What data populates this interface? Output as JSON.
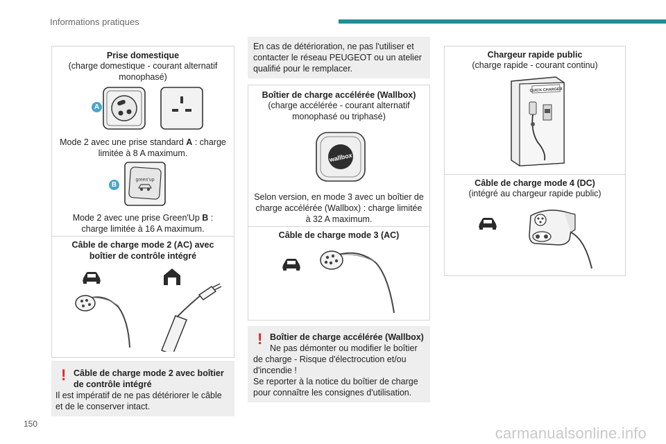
{
  "header": {
    "section_title": "Informations pratiques",
    "accent_color": "#1f8f94"
  },
  "page_number": "150",
  "footer": {
    "watermark": "carmanualsonline.info"
  },
  "col1": {
    "domestic": {
      "title": "Prise domestique",
      "subtitle": "(charge domestique - courant alternatif monophasé)",
      "badge_a": "A",
      "text_a_pre": "Mode 2 avec une prise standard ",
      "text_a_bold": "A",
      "text_a_post": " : charge limitée à 8 A maximum.",
      "greenup_logo": "green'up",
      "badge_b": "B",
      "text_b_pre": "Mode 2 avec une prise Green'Up ",
      "text_b_bold": "B",
      "text_b_post": " : charge limitée à 16 A maximum."
    },
    "cable_mode2": {
      "title": "Câble de charge mode 2 (AC) avec boîtier de contrôle intégré",
      "icons": [
        "car-icon",
        "house-icon"
      ]
    },
    "warning": {
      "title": "Câble de charge mode 2 avec boîtier de contrôle intégré",
      "body": "Il est impératif de ne pas détériorer le câble et de le conserver intact."
    }
  },
  "col2": {
    "notice": "En cas de détérioration, ne pas l'utiliser et contacter le réseau PEUGEOT ou un atelier qualifié pour le remplacer.",
    "wallbox": {
      "title": "Boîtier de charge accélérée (Wallbox)",
      "subtitle": "(charge accélérée - courant alternatif monophasé ou triphasé)",
      "logo": "wallbox",
      "text": "Selon version, en mode 3 avec un boîtier de charge accélérée (Wallbox) : charge limitée à 32 A maximum."
    },
    "cable_mode3": {
      "title": "Câble de charge mode 3 (AC)"
    },
    "warning": {
      "title": "Boîtier de charge accélérée (Wallbox)",
      "body": "Ne pas démonter ou modifier le boîtier de charge - Risque d'électrocution et/ou d'incendie !\nSe reporter à la notice du boîtier de charge pour connaître les consignes d'utilisation."
    }
  },
  "col3": {
    "fast_charger": {
      "title": "Chargeur rapide public",
      "subtitle": "(charge rapide - courant continu)",
      "label": "QUICK CHARGER"
    },
    "cable_mode4": {
      "title": "Câble de charge mode 4 (DC)",
      "subtitle": "(intégré au chargeur rapide public)"
    }
  }
}
